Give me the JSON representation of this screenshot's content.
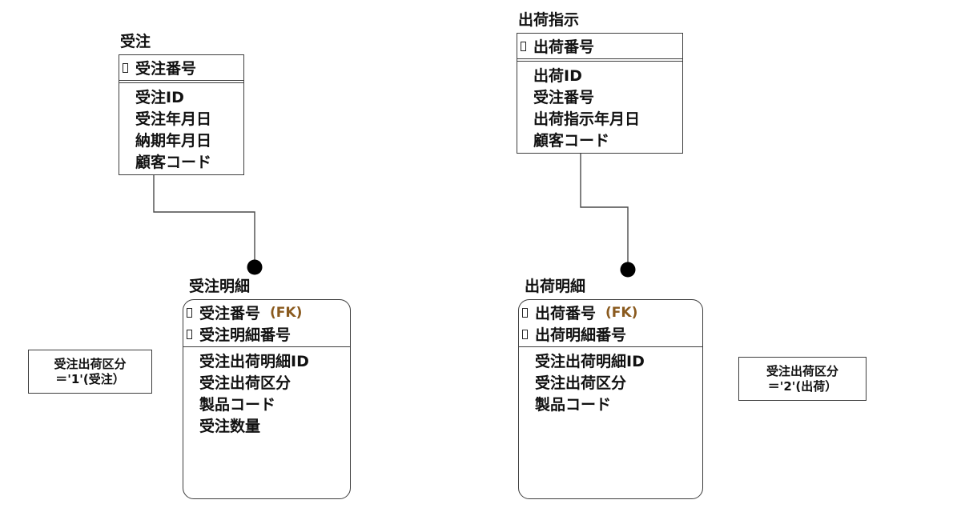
{
  "diagram_type": "entity-relationship (IDEF1X)",
  "colors": {
    "background": "#ffffff",
    "border": "#3d3d3d",
    "text": "#111111",
    "fk_label": "#8a5a1e",
    "connector_line": "#4a4a4a",
    "relationship_dot": "#000000"
  },
  "entities": [
    {
      "title": "受注",
      "shape": "square",
      "keys": [
        {
          "name": "受注番号",
          "fk": ""
        }
      ],
      "attrs": [
        "受注ID",
        "受注年月日",
        "納期年月日",
        "顧客コード"
      ]
    },
    {
      "title": "出荷指示",
      "shape": "square",
      "keys": [
        {
          "name": "出荷番号",
          "fk": ""
        }
      ],
      "attrs": [
        "出荷ID",
        "受注番号",
        "出荷指示年月日",
        "顧客コード"
      ]
    },
    {
      "title": "受注明細",
      "shape": "rounded",
      "keys": [
        {
          "name": "受注番号",
          "fk": "(FK)"
        },
        {
          "name": "受注明細番号",
          "fk": ""
        }
      ],
      "attrs": [
        "受注出荷明細ID",
        "受注出荷区分",
        "製品コード",
        "受注数量"
      ]
    },
    {
      "title": "出荷明細",
      "shape": "rounded",
      "keys": [
        {
          "name": "出荷番号",
          "fk": "(FK)"
        },
        {
          "name": "出荷明細番号",
          "fk": ""
        }
      ],
      "attrs": [
        "受注出荷明細ID",
        "受注出荷区分",
        "製品コード"
      ]
    }
  ],
  "notes": [
    {
      "line1": "受注出荷区分",
      "line2": "＝'1'(受注）"
    },
    {
      "line1": "受注出荷区分",
      "line2": "＝'2'(出荷）"
    }
  ],
  "relationships": [
    {
      "from": "受注",
      "to": "受注明細",
      "type": "identifying",
      "child_end": "filled-dot"
    },
    {
      "from": "出荷指示",
      "to": "出荷明細",
      "type": "identifying",
      "child_end": "filled-dot"
    }
  ]
}
